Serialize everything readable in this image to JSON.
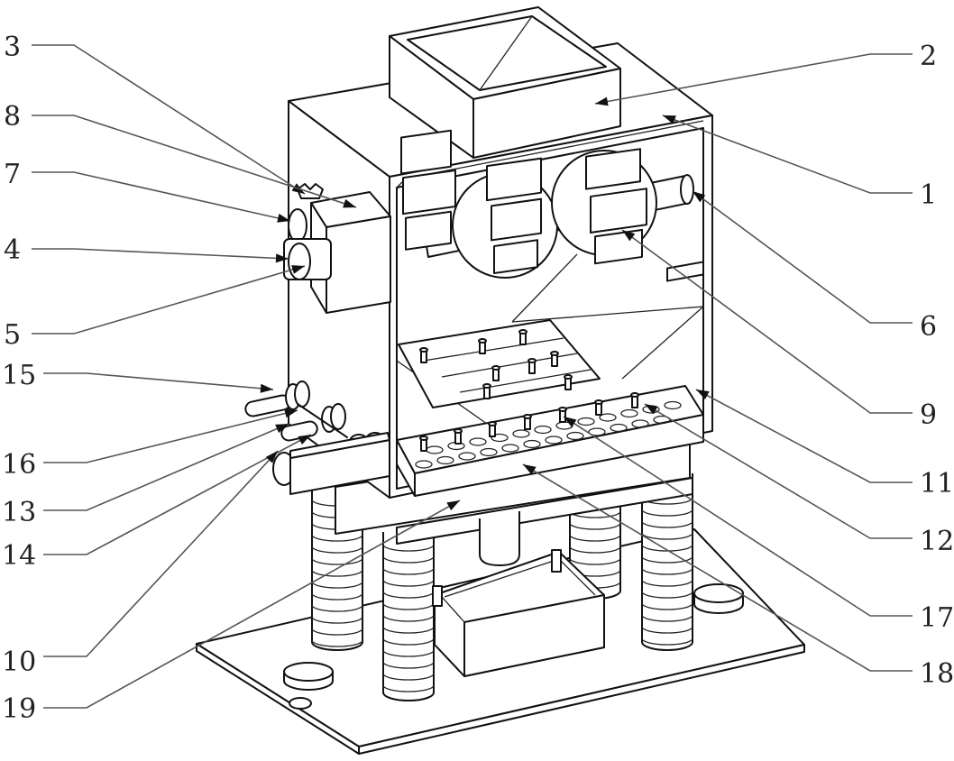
{
  "figure": {
    "type": "patent-mechanical-drawing",
    "description": "Isometric line drawing of a crushing and screening machine with numbered part callouts"
  },
  "labels": {
    "left": [
      {
        "id": "3",
        "text": "3"
      },
      {
        "id": "8",
        "text": "8"
      },
      {
        "id": "7",
        "text": "7"
      },
      {
        "id": "4",
        "text": "4"
      },
      {
        "id": "5",
        "text": "5"
      },
      {
        "id": "15",
        "text": "15"
      },
      {
        "id": "16",
        "text": "16"
      },
      {
        "id": "13",
        "text": "13"
      },
      {
        "id": "14",
        "text": "14"
      },
      {
        "id": "10",
        "text": "10"
      },
      {
        "id": "19",
        "text": "19"
      }
    ],
    "right": [
      {
        "id": "2",
        "text": "2"
      },
      {
        "id": "1",
        "text": "1"
      },
      {
        "id": "6",
        "text": "6"
      },
      {
        "id": "9",
        "text": "9"
      },
      {
        "id": "11",
        "text": "11"
      },
      {
        "id": "12",
        "text": "12"
      },
      {
        "id": "17",
        "text": "17"
      },
      {
        "id": "18",
        "text": "18"
      }
    ]
  },
  "parts": {
    "housing": "1",
    "feed_hopper": "2",
    "motor_box": "8",
    "crushing_rollers": "9",
    "roller_shaft_bearing": "6",
    "sieve_plate_upper": "17",
    "sieve_plate_lower": "18",
    "springs": "spring-columns",
    "collection_box": "collection-box",
    "base_plate": "base-plate"
  }
}
